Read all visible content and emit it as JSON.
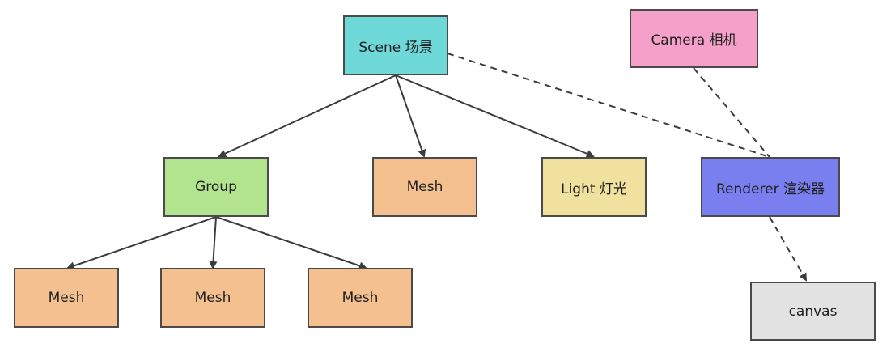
{
  "nodes": {
    "scene": {
      "label": "Scene 场景",
      "color": "#6fd8d8"
    },
    "camera": {
      "label": "Camera 相机",
      "color": "#f5a0c8"
    },
    "group": {
      "label": "Group",
      "color": "#b2e38f"
    },
    "mesh_center": {
      "label": "Mesh",
      "color": "#f5c08f"
    },
    "light": {
      "label": "Light 灯光",
      "color": "#f1e19f"
    },
    "renderer": {
      "label": "Renderer 渲染器",
      "color": "#7a7ff0"
    },
    "mesh_1": {
      "label": "Mesh",
      "color": "#f5c08f"
    },
    "mesh_2": {
      "label": "Mesh",
      "color": "#f5c08f"
    },
    "mesh_3": {
      "label": "Mesh",
      "color": "#f5c08f"
    },
    "canvas": {
      "label": "canvas",
      "color": "#e2e2e2"
    }
  },
  "edges": [
    {
      "from": "scene",
      "to": "group",
      "style": "solid-arrow"
    },
    {
      "from": "scene",
      "to": "mesh_center",
      "style": "solid-arrow"
    },
    {
      "from": "scene",
      "to": "light",
      "style": "solid-arrow"
    },
    {
      "from": "group",
      "to": "mesh_1",
      "style": "solid-arrow"
    },
    {
      "from": "group",
      "to": "mesh_2",
      "style": "solid-arrow"
    },
    {
      "from": "group",
      "to": "mesh_3",
      "style": "solid-arrow"
    },
    {
      "from": "scene",
      "to": "renderer",
      "style": "dashed"
    },
    {
      "from": "camera",
      "to": "renderer",
      "style": "dashed"
    },
    {
      "from": "renderer",
      "to": "canvas",
      "style": "dashed-arrow"
    }
  ],
  "colors": {
    "line": "#3c3c3c"
  }
}
